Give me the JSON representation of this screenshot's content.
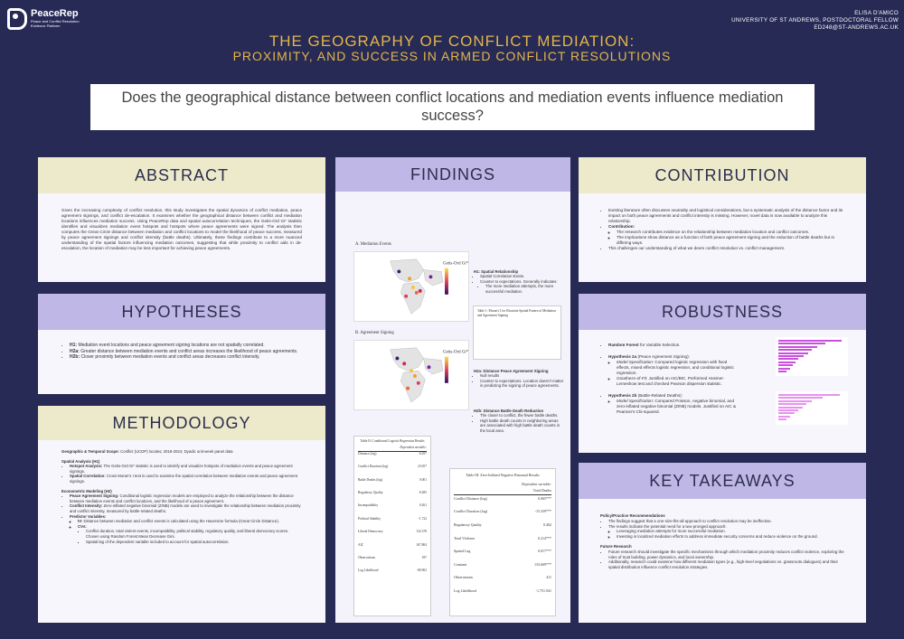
{
  "header": {
    "logo_name": "PeaceRep",
    "logo_sub": "Peace and Conflict Resolution Evidence Platform",
    "author_name": "ELISA D'AMICO",
    "author_affiliation": "UNIVERSITY OF ST ANDREWS, POSTDOCTORAL FELLOW",
    "author_email": "ED248@ST-ANDREWS.AC.UK",
    "title_line1": "THE GEOGRAPHY OF CONFLICT MEDIATION:",
    "title_line2": "PROXIMITY, AND SUCCESS IN ARMED CONFLICT RESOLUTIONS",
    "question": "Does the geographical distance between conflict locations and mediation events influence mediation success?"
  },
  "abstract": {
    "heading": "ABSTRACT",
    "text": "Given the increasing complexity of conflict resolution, this study investigates the spatial dynamics of conflict mediation, peace agreement signings, and conflict de-escalation. It examines whether the geographical distance between conflict and mediation locations influences mediation success. Using PeaceRep data and spatial autocorrelation techniques, the Getis-Ord Gi* statistic identifies and visualizes mediation event hotspots and hotspots where peace agreements were signed. The analysis then computes the Great Circle distance between mediation and conflict locations to model the likelihood of peace success, measured by peace agreement signings and conflict intensity (battle deaths). Ultimately, these findings contribute to a more nuanced understanding of the spatial factors influencing mediation outcomes, suggesting that while proximity to conflict aids in de-escalation, the location of mediation may be less important for achieving peace agreements."
  },
  "hypotheses": {
    "heading": "HYPOTHESES",
    "items": [
      {
        "label": "H1:",
        "text": "Mediation event locations and peace agreement signing locations are not spatially correlated."
      },
      {
        "label": "H2a:",
        "text": "Greater distance between mediation events and conflict areas increases the likelihood of peace agreements."
      },
      {
        "label": "H2b:",
        "text": "Closer proximity between mediation events and conflict areas decreases conflict intensity."
      }
    ]
  },
  "methodology": {
    "heading": "METHODOLOGY",
    "scope_label": "Geographic & Temporal Scope:",
    "scope_text": "Conflict (UCDP) locales; 2018-2024; Dyadic unit-week panel data",
    "spatial_title": "Spatial Analysis (H1)",
    "hotspot_label": "Hotspot Analysis:",
    "hotspot_text": "The Getis-Ord Gi* statistic is used to identify and visualize hotspots of mediation events and peace agreement signings.",
    "corr_label": "Spatial Correlation:",
    "corr_text": "Cross Moran's I test is used to examine the spatial correlation between mediation events and peace agreement signings.",
    "econ_title": "Econometric Modeling (H2)",
    "signing_label": "Peace Agreement Signing:",
    "signing_text": "Conditional logistic regression models are employed to analyze the relationship between the distance between mediation events and conflict locations, and the likelihood of a peace agreement.",
    "intensity_label": "Conflict Intensity:",
    "intensity_text": "Zero-inflated negative binomial (ZINB) models are used to investigate the relationship between mediation proximity and conflict intensity, measured by battle-related deaths.",
    "predictor_label": "Predictor Variables:",
    "iv_label": "IV:",
    "iv_text": "Distance between mediation and conflict events is calculated using the Haversine formula (Great Circle Distance).",
    "cv_label": "CVs:",
    "cv_text": "Conflict duration, total violent events, incompatibility, political stability, regulatory quality, and liberal democracy scores. Chosen using Random Forest Mean Decrease Gini.",
    "lag_text": "Spatial lag of the dependent variable included to account for spatial autocorrelation."
  },
  "findings": {
    "heading": "FINDINGS",
    "map_a_title": "A. Mediation Events",
    "map_b_title": "B. Agreement Signing",
    "legend_title": "Getis-Ord Gi*",
    "h1_title": "H1: Spatial Relationship",
    "h1_items": [
      "Spatial Correlation Exists.",
      "Counter to expectations. Generally indicates:",
      "The more mediation attempts, the more successful mediation."
    ],
    "moran_title": "Table 1: Moran's I for Bivariate Spatial Pattern of Mediation and Agreement Signing",
    "h2a_title": "H2a: Distance Peace Agreement Signing",
    "h2a_items": [
      "Null results",
      "Counter to expectations. Location doesn't matter in predicting the signing of peace agreements."
    ],
    "h2b_title": "H2b: Distance Battle Death Reduction",
    "h2b_items": [
      "The closer to conflict, the fewer battle deaths.",
      "High battle death counts in neighboring areas are associated with high battle death counts in the local area."
    ],
    "table2_title": "Table II: Conditional Logistic Regression Results",
    "table2_dv": "Dependent variable:",
    "table2_rows": [
      [
        "Distance (log)",
        "-0.297"
      ],
      [
        "Conflict Duration (log)",
        "23.057"
      ],
      [
        "Battle Deaths (log)",
        "0.001"
      ],
      [
        "Regulatory Quality",
        "-0.285"
      ],
      [
        "Incompatibility",
        "0.261"
      ],
      [
        "Political Stability",
        "-1.722"
      ],
      [
        "Liberal Democracy",
        "132.378"
      ],
      [
        "AIC",
        "167.804"
      ],
      [
        "Observations",
        "187"
      ],
      [
        "Log Likelihood",
        "-80.902"
      ]
    ],
    "table3_title": "Table III: Zero-Inflated Negative Binomial Results",
    "table3_dv": "Dependent variable:",
    "table3_sub": "Total Deaths",
    "table3_rows": [
      [
        "Conflict Distance (log)",
        "0.065***"
      ],
      [
        "Conflict Duration (log)",
        "-15.339***"
      ],
      [
        "Regulatory Quality",
        "0.402"
      ],
      [
        "Total Violence",
        "0.214***"
      ],
      [
        "Spatial Lag",
        "0.017***"
      ],
      [
        "Constant",
        "133.609***"
      ],
      [
        "Observations",
        "411"
      ],
      [
        "Log Likelihood",
        "-1,751.941"
      ]
    ]
  },
  "contribution": {
    "heading": "CONTRIBUTION",
    "intro": "Existing literature often discusses neutrality and logistical considerations, but a systematic analysis of the distance factor and its impact on both peace agreements and conflict intensity is missing. However, novel data is now available to analyze this relationship.",
    "contrib_label": "Contribution:",
    "items": [
      "The research contributes evidence on the relationship between mediation location and conflict outcomes.",
      "The implications show distance as a function of both peace agreement signing and the reduction of battle deaths but in differing ways."
    ],
    "closing": "This challenges our understanding of what we deem conflict resolution vs. conflict management."
  },
  "robustness": {
    "heading": "ROBUSTNESS",
    "rf_label": "Random Forest",
    "rf_text": "for Variable Selection.",
    "h2a_label": "Hypothesis 2a",
    "h2a_paren": "(Peace Agreement Signing):",
    "h2a_spec_label": "Model Specification:",
    "h2a_spec": "Compared logistic regression with fixed effects, mixed effects logistic regression, and conditional logistic regression.",
    "h2a_fit_label": "Goodness-of-Fit:",
    "h2a_fit": "Justified on AIC/BIC. Performed Hosmer-Lemeshow test and checked Pearson dispersion statistic.",
    "h2b_label": "Hypothesis 2b",
    "h2b_paren": "(Battle-Related Deaths):",
    "h2b_spec_label": "Model Specification:",
    "h2b_spec": "Compared Poisson, negative binomial, and zero-inflated negative binomial (ZINB) models. Justified on AIC & Pearson's Chi-squared."
  },
  "takeaways": {
    "heading": "KEY TAKEAWAYS",
    "policy_title": "Policy/Practice Recommendations",
    "policy_items": [
      "The findings suggest that a one-size-fits-all approach to conflict resolution may be ineffective.",
      "The results indicate the potential need for a two-pronged approach:"
    ],
    "policy_sub": [
      "Leveraging mediation attempts for more successful mediation.",
      "Investing in localized mediation efforts to address immediate security concerns and reduce violence on the ground."
    ],
    "future_title": "Future Research",
    "future_items": [
      "Future research should investigate the specific mechanisms through which mediation proximity reduces conflict violence, exploring the roles of trust building, power dynamics, and local ownership.",
      "Additionally, research could examine how different mediation types (e.g., high-level negotiations vs. grassroots dialogues) and their spatial distribution influence conflict resolution strategies."
    ]
  }
}
